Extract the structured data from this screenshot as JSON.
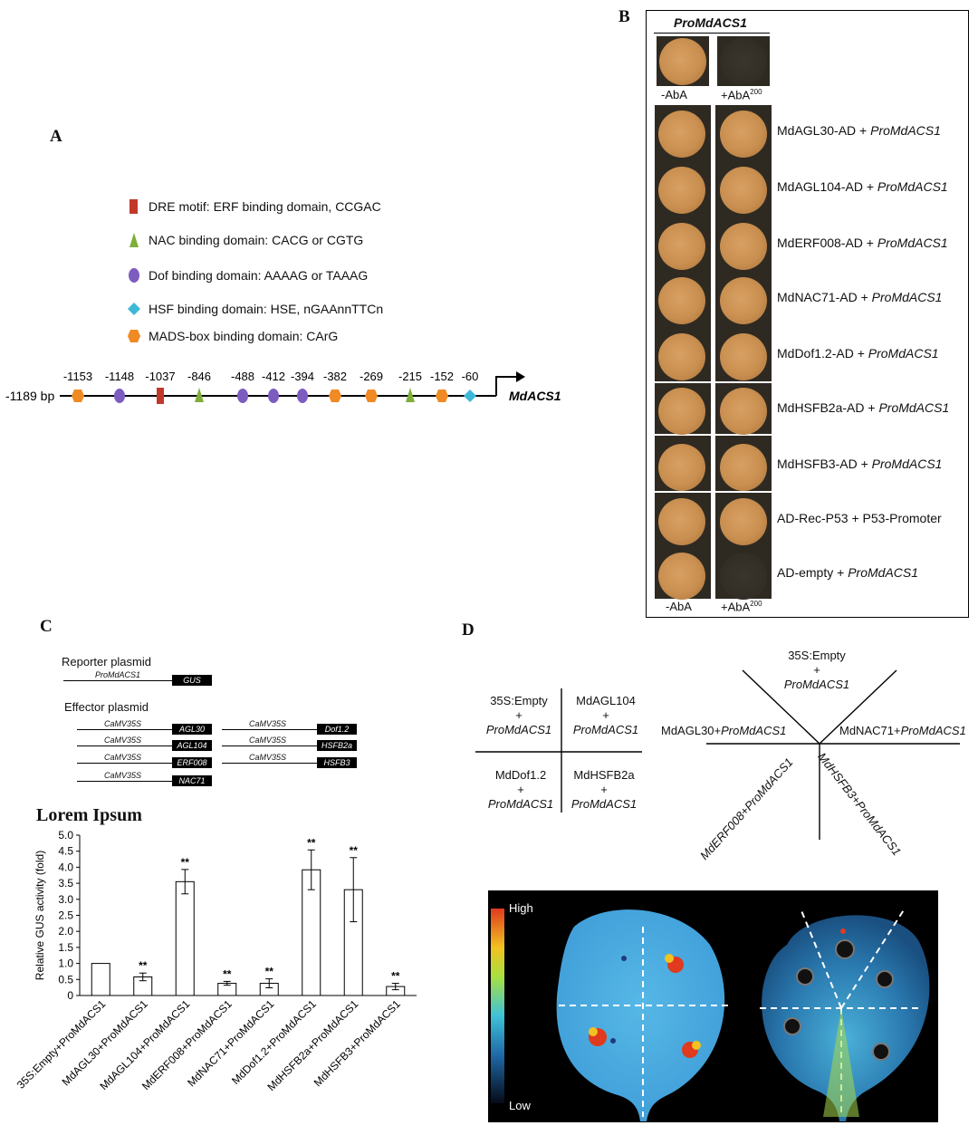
{
  "panels": {
    "a": "A",
    "b": "B",
    "c": "C",
    "d": "D"
  },
  "panelA": {
    "legend": [
      {
        "text": "DRE motif: ERF binding domain, CCGAC",
        "icon": "red-rect-icon"
      },
      {
        "text": "NAC binding domain: CACG or CGTG",
        "icon": "green-triangle-icon"
      },
      {
        "text": "Dof binding domain: AAAAG or TAAAG",
        "icon": "purple-ellipse-icon"
      },
      {
        "text": "HSF binding domain: HSE, nGAAnnTTCn",
        "icon": "cyan-diamond-icon"
      },
      {
        "text": "MADS-box binding domain: CArG",
        "icon": "orange-hexagon-icon"
      }
    ],
    "start_label": "-1189 bp",
    "gene": "MdACS1",
    "sites": [
      {
        "pos": "-1153",
        "type": "mads"
      },
      {
        "pos": "-1148",
        "type": "dof"
      },
      {
        "pos": "-1037",
        "type": "dre"
      },
      {
        "pos": "-846",
        "type": "nac"
      },
      {
        "pos": "-488",
        "type": "dof"
      },
      {
        "pos": "-412",
        "type": "dof"
      },
      {
        "pos": "-394",
        "type": "dof"
      },
      {
        "pos": "-382",
        "type": "mads"
      },
      {
        "pos": "-269",
        "type": "mads"
      },
      {
        "pos": "-215",
        "type": "nac"
      },
      {
        "pos": "-152",
        "type": "mads"
      },
      {
        "pos": "-60",
        "type": "hsf"
      }
    ],
    "colors": {
      "dre": "#c0392b",
      "nac": "#7fae3a",
      "dof": "#7d5cc0",
      "hsf": "#3fb8d8",
      "mads": "#f08a24"
    }
  },
  "panelB": {
    "header": "ProMdACS1",
    "top_labels": [
      "-AbA",
      "+AbA200"
    ],
    "bottom_labels": [
      "-AbA",
      "+AbA200"
    ],
    "abA_sup": "200",
    "rows": [
      {
        "name": "MdAGL30-AD + ",
        "pro": "ProMdACS1",
        "right": "growth"
      },
      {
        "name": "MdAGL104-AD + ",
        "pro": "ProMdACS1",
        "right": "growth"
      },
      {
        "name": "MdERF008-AD + ",
        "pro": "ProMdACS1",
        "right": "growth"
      },
      {
        "name": "MdNAC71-AD + ",
        "pro": "ProMdACS1",
        "right": "growth"
      },
      {
        "name": "MdDof1.2-AD + ",
        "pro": "ProMdACS1",
        "right": "growth"
      },
      {
        "name": "MdHSFB2a-AD + ",
        "pro": "ProMdACS1",
        "right": "growth"
      },
      {
        "name": "MdHSFB3-AD + ",
        "pro": "ProMdACS1",
        "right": "growth"
      },
      {
        "name": "AD-Rec-P53 + P53-Promoter",
        "pro": "",
        "right": "growth"
      },
      {
        "name": "AD-empty + ",
        "pro": "ProMdACS1",
        "right": "none"
      }
    ]
  },
  "panelC": {
    "reporter_title": "Reporter plasmid",
    "effector_title": "Effector plasmid",
    "reporter": {
      "promoter": "ProMdACS1",
      "box": "GUS"
    },
    "promoter": "CaMV35S",
    "effectors_left": [
      "AGL30",
      "AGL104",
      "ERF008",
      "NAC71"
    ],
    "effectors_right": [
      "Dof1.2",
      "HSFB2a",
      "HSFB3"
    ],
    "chart_title": "Lorem Ipsum"
  },
  "chart_data": {
    "type": "bar",
    "title": "Lorem Ipsum",
    "ylabel": "Relative GUS activity (fold)",
    "ylim": [
      0,
      5.0
    ],
    "yticks": [
      "0",
      "0.5",
      "1.0",
      "1.5",
      "2.0",
      "2.5",
      "3.0",
      "3.5",
      "4.0",
      "4.5",
      "5.0"
    ],
    "categories": [
      "35S:Empty+ProMdACS1",
      "MdAGL30+ProMdACS1",
      "MdAGL104+ProMdACS1",
      "MdERF008+ProMdACS1",
      "MdNAC71+ProMdACS1",
      "MdDof1.2+ProMdACS1",
      "MdHSFB2a+ProMdACS1",
      "MdHSFB3+ProMdACS1"
    ],
    "values": [
      1.0,
      0.58,
      3.55,
      0.38,
      0.38,
      3.92,
      3.3,
      0.28
    ],
    "errors": [
      0,
      0.12,
      0.38,
      0.06,
      0.14,
      0.62,
      1.0,
      0.1
    ],
    "significance": [
      "",
      "**",
      "**",
      "**",
      "**",
      "**",
      "**",
      "**"
    ]
  },
  "panelD": {
    "grid": [
      {
        "a": "35S:Empty",
        "b": "+",
        "c": "ProMdACS1"
      },
      {
        "a": "MdAGL104",
        "b": "+",
        "c": "ProMdACS1"
      },
      {
        "a": "MdDof1.2",
        "b": "+",
        "c": "ProMdACS1"
      },
      {
        "a": "MdHSFB2a",
        "b": "+",
        "c": "ProMdACS1"
      }
    ],
    "star": {
      "top1": "35S:Empty",
      "top2": "+",
      "top3": "ProMdACS1",
      "left_a": "MdAGL30+",
      "left_b": "ProMdACS1",
      "right_a": "MdNAC71+",
      "right_b": "ProMdACS1",
      "bl": "MdERF008+ProMdACS1",
      "br": "MdHSFB3+ProMdACS1"
    },
    "scale_high": "High",
    "scale_low": "Low"
  }
}
